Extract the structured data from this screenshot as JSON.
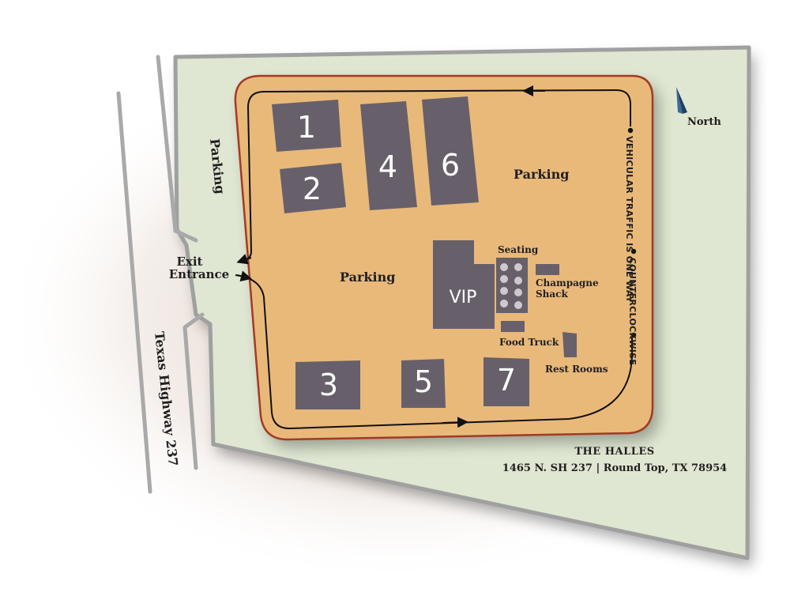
{
  "compass": {
    "label": "North",
    "icon": "north-arrow-icon"
  },
  "labels": {
    "parking_outside": "Parking",
    "exit": "Exit",
    "entrance": "Entrance",
    "highway": "Texas Highway 237",
    "parking_main": "Parking",
    "parking_upper": "Parking",
    "vip": "VIP",
    "seating": "Seating",
    "champagne_line1": "Champagne",
    "champagne_line2": "Shack",
    "food_truck": "Food Truck",
    "rest_rooms": "Rest Rooms",
    "traffic_part1": "VEHICULAR TRAFFIC IS ONE WAY",
    "traffic_part2": "COUNTERCLOCKWISE"
  },
  "buildings": [
    "1",
    "2",
    "3",
    "4",
    "5",
    "6",
    "7"
  ],
  "venue": {
    "name": "THE HALLES",
    "address": "1465 N. SH 237 | Round Top, TX 78954"
  },
  "colors": {
    "grass": "#dfe7d2",
    "lot": "#e9b97a",
    "lot_border": "#a33a25",
    "building": "#67606a",
    "road_line": "#a9a9a9",
    "compass": "#1f3f63"
  }
}
